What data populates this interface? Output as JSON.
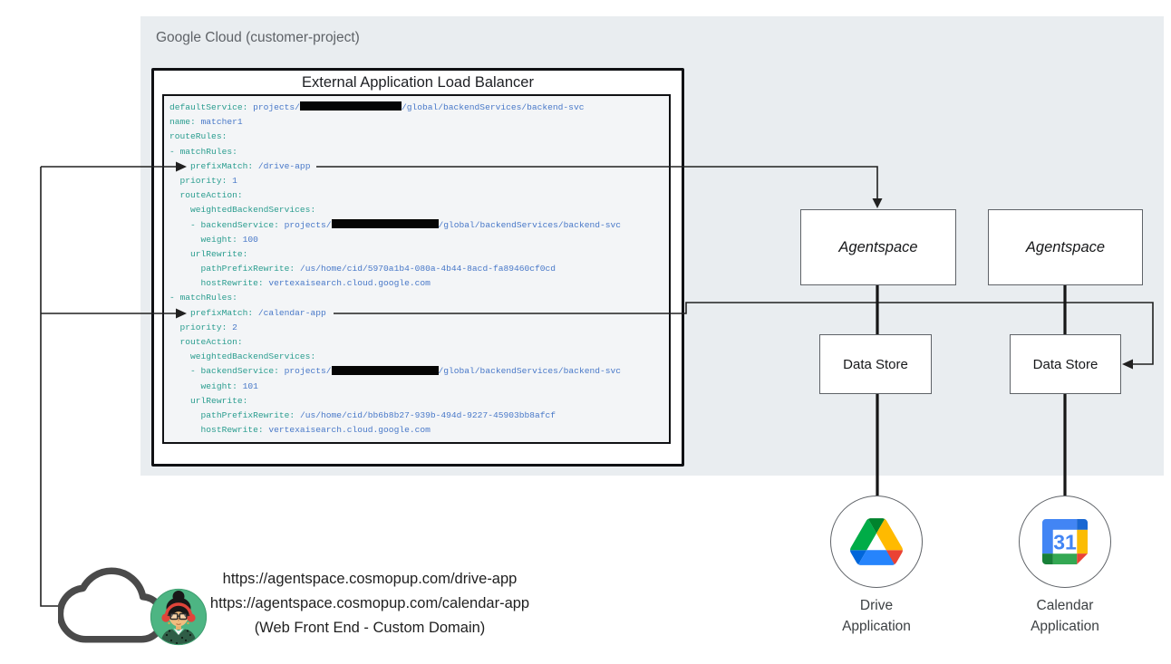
{
  "gcp": {
    "label": "Google Cloud (customer-project)"
  },
  "lb": {
    "title": "External Application Load Balancer"
  },
  "code": {
    "lines": [
      [
        {
          "t": "defaultService: ",
          "c": "k"
        },
        {
          "t": "projects/",
          "c": "v"
        },
        {
          "r": 112
        },
        {
          "t": "/global/backendServices/backend-svc",
          "c": "v"
        }
      ],
      [
        {
          "t": "name: ",
          "c": "k"
        },
        {
          "t": "matcher1",
          "c": "v"
        }
      ],
      [
        {
          "t": "routeRules:",
          "c": "k"
        }
      ],
      [
        {
          "t": "- matchRules:",
          "c": "k"
        }
      ],
      [
        {
          "t": "  - prefixMatch: ",
          "c": "k"
        },
        {
          "t": "/drive-app",
          "c": "v"
        }
      ],
      [
        {
          "t": "  priority: ",
          "c": "k"
        },
        {
          "t": "1",
          "c": "v"
        }
      ],
      [
        {
          "t": "  routeAction:",
          "c": "k"
        }
      ],
      [
        {
          "t": "    weightedBackendServices:",
          "c": "k"
        }
      ],
      [
        {
          "t": "    - backendService: ",
          "c": "k"
        },
        {
          "t": "projects/",
          "c": "v"
        },
        {
          "r": 118
        },
        {
          "t": "/global/backendServices/backend-svc",
          "c": "v"
        }
      ],
      [
        {
          "t": "      weight: ",
          "c": "k"
        },
        {
          "t": "100",
          "c": "v"
        }
      ],
      [
        {
          "t": "    urlRewrite:",
          "c": "k"
        }
      ],
      [
        {
          "t": "      pathPrefixRewrite: ",
          "c": "k"
        },
        {
          "t": "/us/home/cid/5970a1b4-080a-4b44-8acd-fa89460cf0cd",
          "c": "v"
        }
      ],
      [
        {
          "t": "      hostRewrite: ",
          "c": "k"
        },
        {
          "t": "vertexaisearch.cloud.google.com",
          "c": "v"
        }
      ],
      [
        {
          "t": "- matchRules:",
          "c": "k"
        }
      ],
      [
        {
          "t": "  - prefixMatch: ",
          "c": "k"
        },
        {
          "t": "/calendar-app",
          "c": "v"
        }
      ],
      [
        {
          "t": "  priority: ",
          "c": "k"
        },
        {
          "t": "2",
          "c": "v"
        }
      ],
      [
        {
          "t": "  routeAction:",
          "c": "k"
        }
      ],
      [
        {
          "t": "    weightedBackendServices:",
          "c": "k"
        }
      ],
      [
        {
          "t": "    - backendService: ",
          "c": "k"
        },
        {
          "t": "projects/",
          "c": "v"
        },
        {
          "r": 118
        },
        {
          "t": "/global/backendServices/backend-svc",
          "c": "v"
        }
      ],
      [
        {
          "t": "      weight: ",
          "c": "k"
        },
        {
          "t": "101",
          "c": "v"
        }
      ],
      [
        {
          "t": "    urlRewrite:",
          "c": "k"
        }
      ],
      [
        {
          "t": "      pathPrefixRewrite: ",
          "c": "k"
        },
        {
          "t": "/us/home/cid/bb6b8b27-939b-494d-9227-45903bb8afcf",
          "c": "v"
        }
      ],
      [
        {
          "t": "      hostRewrite: ",
          "c": "k"
        },
        {
          "t": "vertexaisearch.cloud.google.com",
          "c": "v"
        }
      ]
    ]
  },
  "nodes": {
    "agentspace1": "Agentspace",
    "agentspace2": "Agentspace",
    "datastore1": "Data Store",
    "datastore2": "Data Store",
    "drive_app": "Drive\nApplication",
    "calendar_app": "Calendar\nApplication"
  },
  "frontend": {
    "url_drive": "https://agentspace.cosmopup.com/drive-app",
    "url_calendar": "https://agentspace.cosmopup.com/calendar-app",
    "caption": "(Web Front End - Custom Domain)"
  },
  "icons": {
    "cloud": "cloud-outline-icon",
    "avatar": "user-avatar",
    "drive": "google-drive-icon",
    "calendar": "google-calendar-icon"
  },
  "colors": {
    "panel_bg": "#e9edf0",
    "code_bg": "#f3f5f7",
    "code_key": "#2a9d8f",
    "code_value": "#4878c8",
    "wire": "#212121",
    "box_border": "#5f6368",
    "drive_blue": "#2684FC",
    "drive_green": "#00AC47",
    "drive_yellow": "#FFBA00",
    "drive_red": "#EA4335",
    "calendar_blue": "#4285F4",
    "calendar_green": "#34A853",
    "calendar_yellow": "#FBBC04",
    "calendar_red": "#EA4335",
    "avatar_bg": "#4db583"
  }
}
